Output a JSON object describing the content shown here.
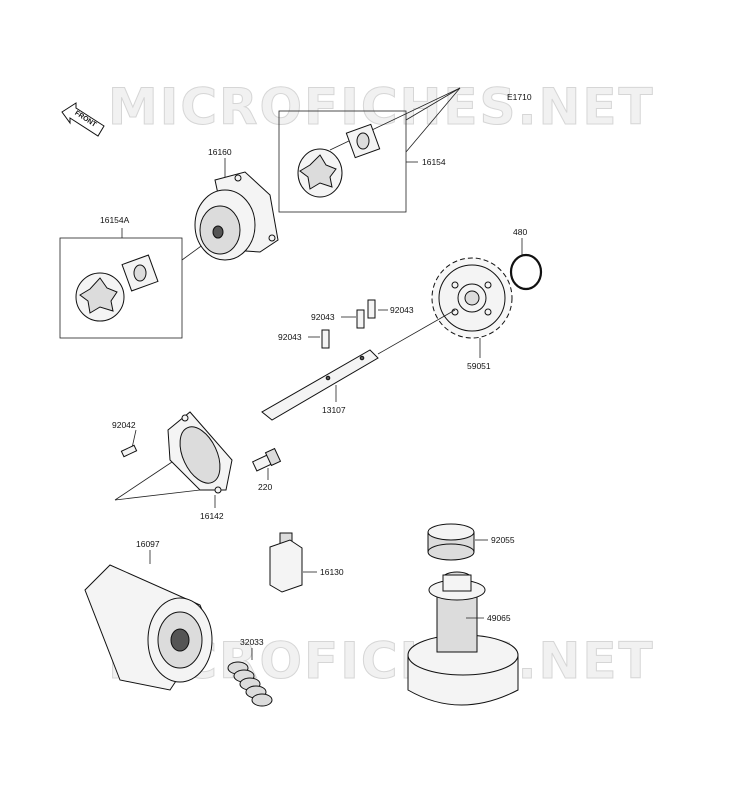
{
  "diagram_code": "E1710",
  "front_label": "FRONT",
  "watermark": "MICROFICHES.NET",
  "parts": [
    {
      "num": "16160"
    },
    {
      "num": "16154"
    },
    {
      "num": "16154A"
    },
    {
      "num": "480"
    },
    {
      "num": "92043"
    },
    {
      "num": "92043"
    },
    {
      "num": "92043"
    },
    {
      "num": "59051"
    },
    {
      "num": "13107"
    },
    {
      "num": "92042"
    },
    {
      "num": "220"
    },
    {
      "num": "16142"
    },
    {
      "num": "16097"
    },
    {
      "num": "92055"
    },
    {
      "num": "16130"
    },
    {
      "num": "49065"
    },
    {
      "num": "32033"
    }
  ]
}
